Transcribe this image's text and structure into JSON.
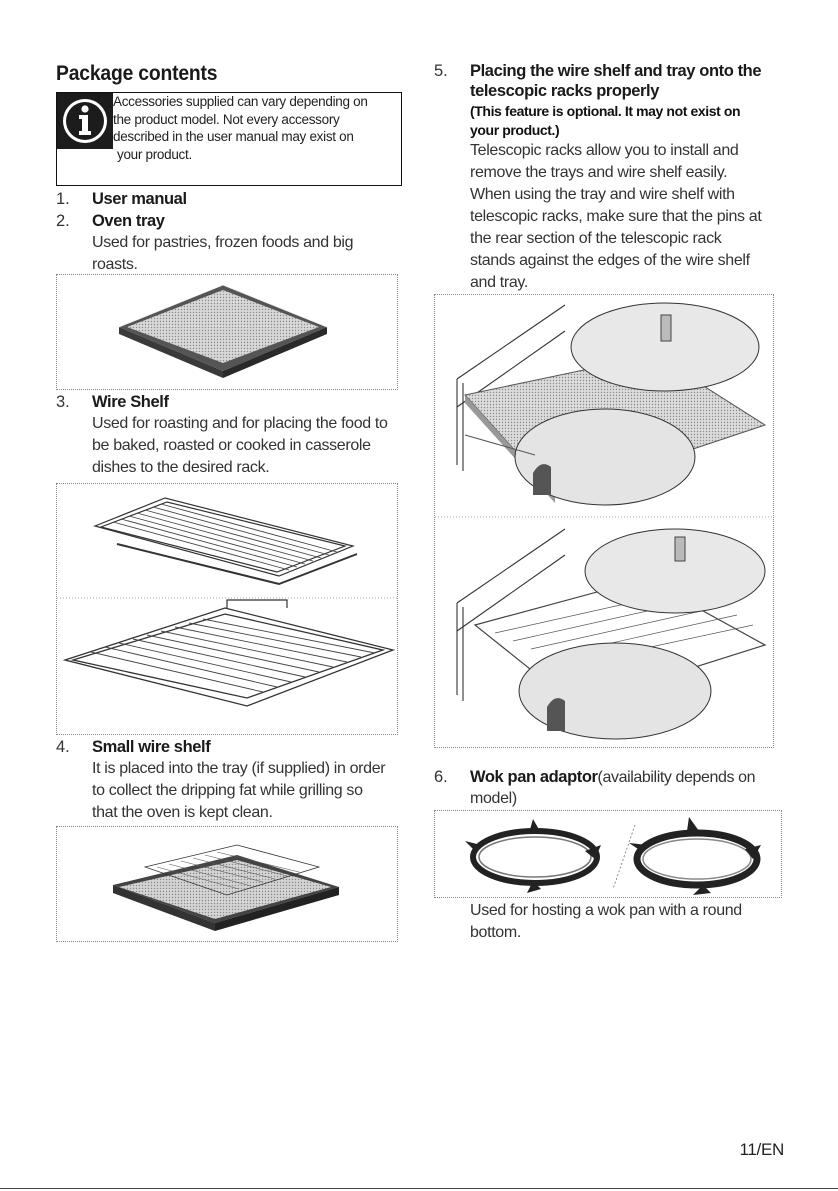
{
  "left": {
    "title": "Package contents",
    "info": {
      "lines": [
        "Accessories supplied can vary depending on",
        "the product model. Not every accessory",
        "described in the user manual may exist on",
        "your product."
      ]
    },
    "items": [
      {
        "num": "1.",
        "title": "User manual",
        "body": []
      },
      {
        "num": "2.",
        "title": "Oven tray",
        "body": [
          "Used for pastries, frozen foods and big",
          "roasts."
        ]
      },
      {
        "num": "3.",
        "title": "Wire Shelf",
        "body": [
          "Used for roasting and for placing the food to",
          "be baked, roasted or cooked in casserole",
          "dishes to the desired rack."
        ]
      },
      {
        "num": "4.",
        "title": "Small wire shelf",
        "body": [
          "It is placed into the tray (if supplied) in order",
          "to collect the dripping fat while grilling so",
          "that the oven is kept clean."
        ]
      }
    ]
  },
  "right": {
    "item5": {
      "num": "5.",
      "title": [
        "Placing the wire shelf and tray onto the",
        "telescopic racks properly"
      ],
      "note": [
        "(This feature is optional. It may not exist on",
        "your product.)"
      ],
      "body": [
        "Telescopic racks allow you to install and",
        "remove the trays and wire shelf easily.",
        "When using the tray and wire shelf with",
        "telescopic racks, make sure that the pins at",
        "the rear section of the telescopic rack",
        "stands against the edges of the wire shelf",
        "and tray."
      ]
    },
    "item6": {
      "num": "6.",
      "title": "Wok pan adaptor",
      "title_suffix": "(availability depends on",
      "title_suffix2": "model)",
      "body": [
        "Used for hosting a wok pan with a round",
        "bottom."
      ]
    }
  },
  "footer": {
    "page": "11/EN"
  }
}
